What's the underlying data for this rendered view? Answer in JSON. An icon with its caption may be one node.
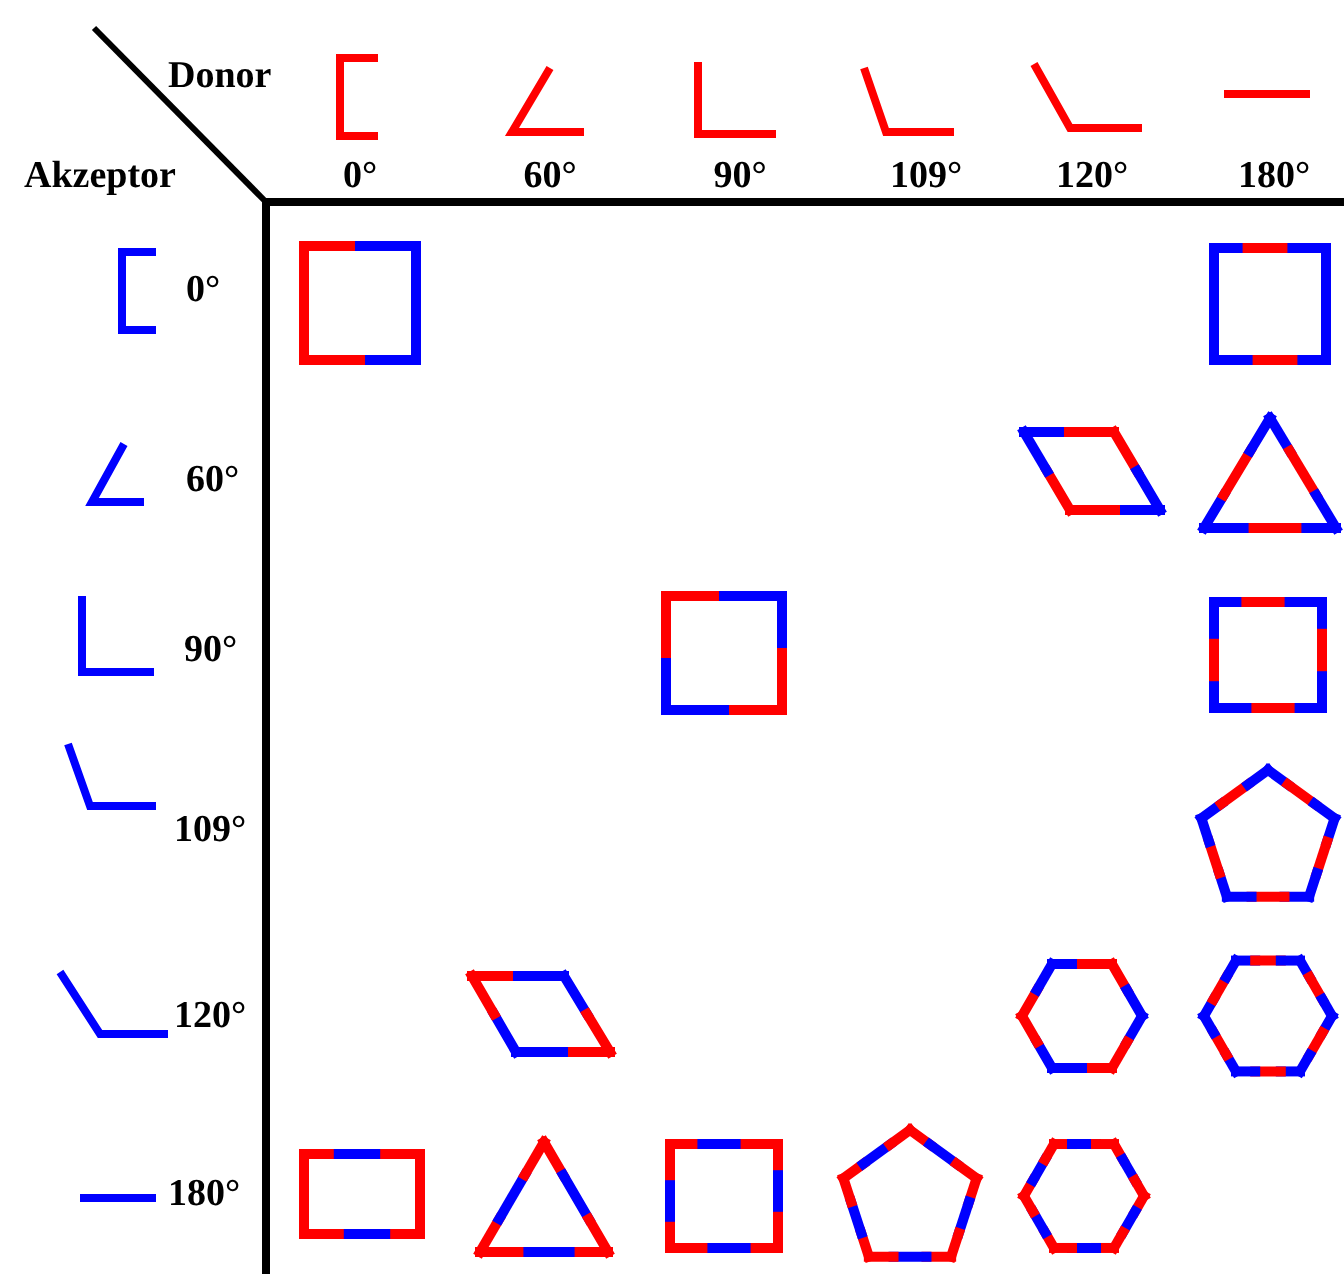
{
  "diagram": {
    "labels": [
      "Donor",
      "Akzeptor",
      "0°",
      "60°",
      "90°",
      "109°",
      "120°",
      "180°",
      "0°",
      "60°",
      "90°",
      "109°",
      "120°",
      "180°"
    ]
  }
}
